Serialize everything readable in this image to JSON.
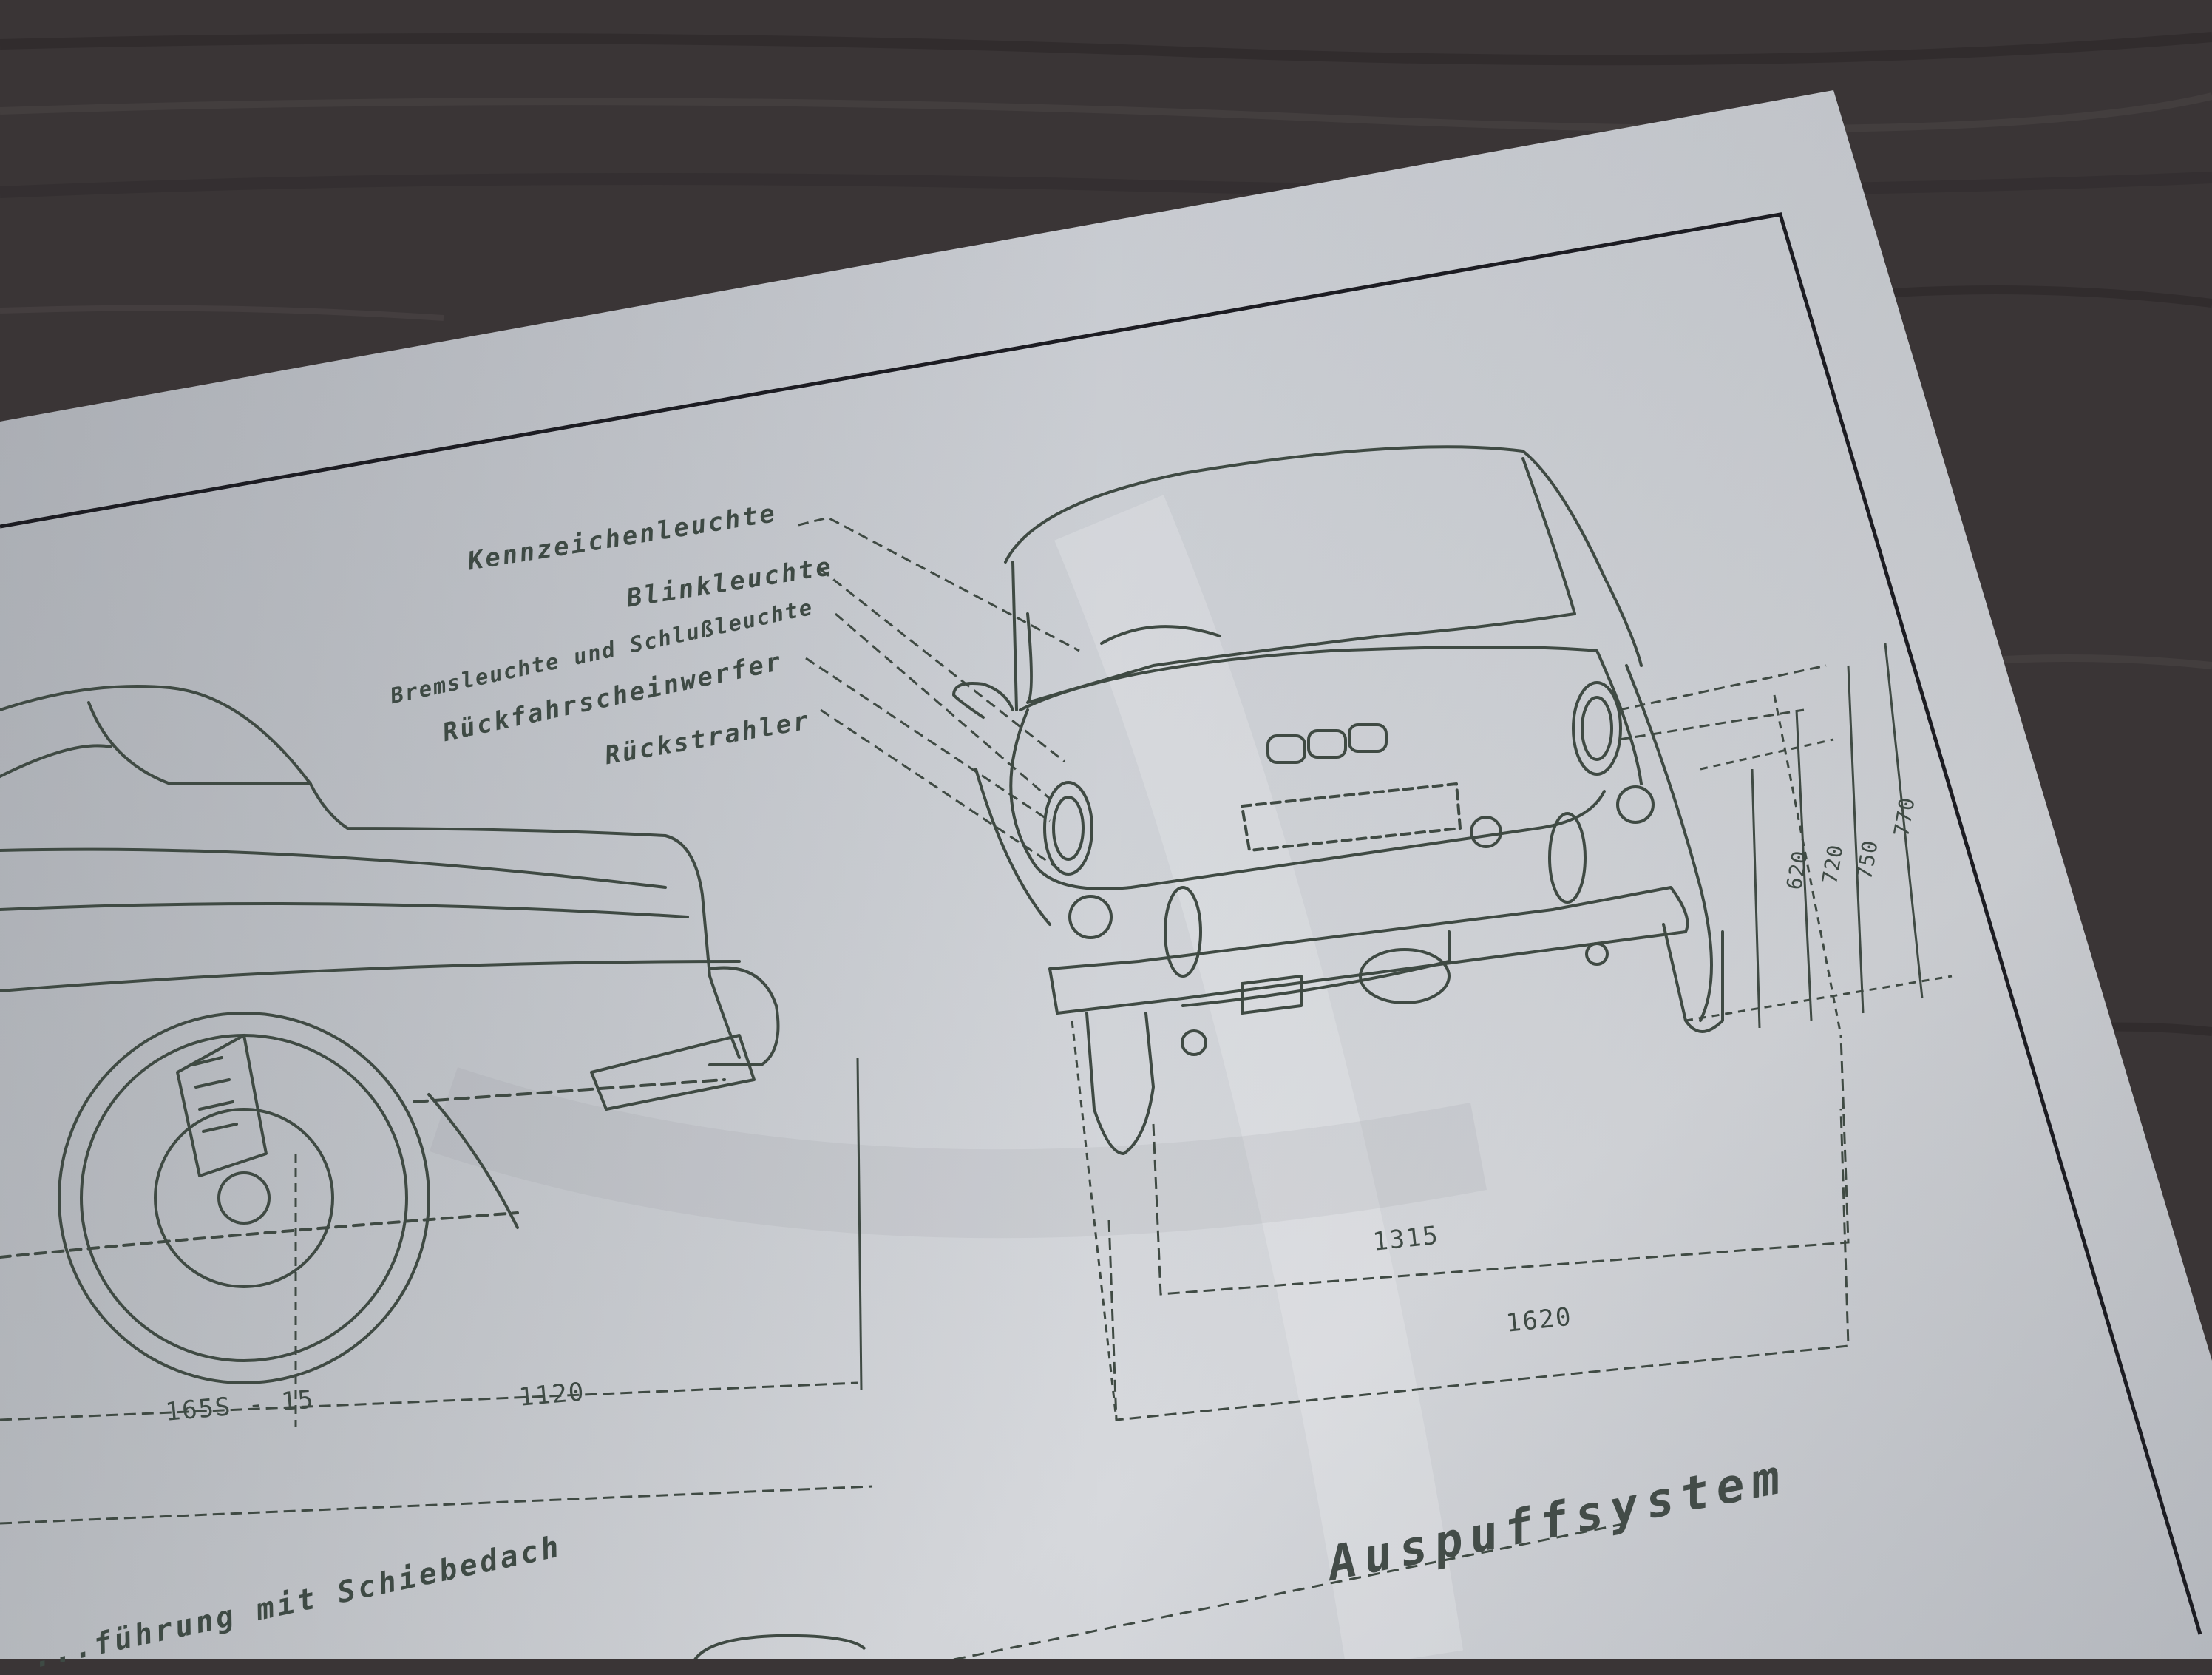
{
  "callouts": [
    "Kennzeichenleuchte",
    "Blinkleuchte",
    "Bremsleuchte und Schlußleuchte",
    "Rückfahrscheinwerfer",
    "Rückstrahler"
  ],
  "dimensions": {
    "tire": "165S - 15",
    "overhang": "1120",
    "track": "1315",
    "width": "1620",
    "heights": [
      "620",
      "720",
      "750",
      "770"
    ]
  },
  "section_title": "Auspuffsystem",
  "caption_partial": "...führung mit Schiebedach",
  "colors": {
    "desk": "#3a3536",
    "paper": "#c9ccd1",
    "ink": "#3f4a43",
    "frame": "#1c1c22"
  }
}
